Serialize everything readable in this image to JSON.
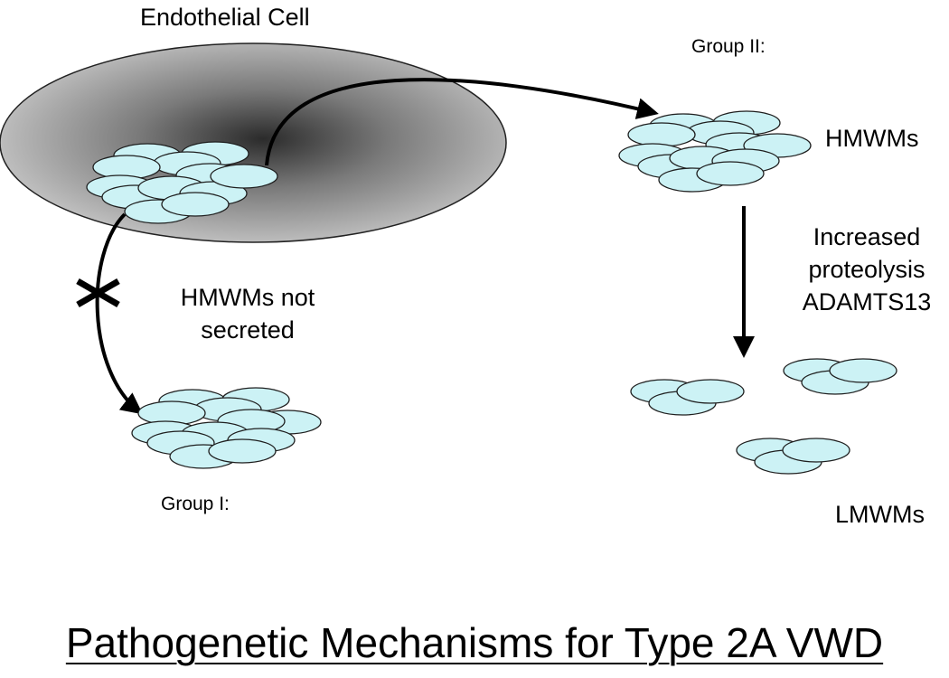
{
  "diagram": {
    "cell_label": "Endothelial Cell",
    "group1_label": "Group I:",
    "group2_label": "Group II:",
    "hmwms_label": "HMWMs",
    "not_secreted_line1": "HMWMs not",
    "not_secreted_line2": "secreted",
    "proteolysis_line1": "Increased",
    "proteolysis_line2": "proteolysis",
    "proteolysis_line3": "ADAMTS13",
    "lmwms_label": "LMWMs",
    "title": "Pathogenetic Mechanisms for Type 2A VWD"
  },
  "colors": {
    "multimer_fill": "#ccf2f5",
    "multimer_stroke": "#1f1f1f",
    "cell_dark": "#2b2b2b",
    "cell_light": "#c4c4c4",
    "arrow": "#000000"
  }
}
